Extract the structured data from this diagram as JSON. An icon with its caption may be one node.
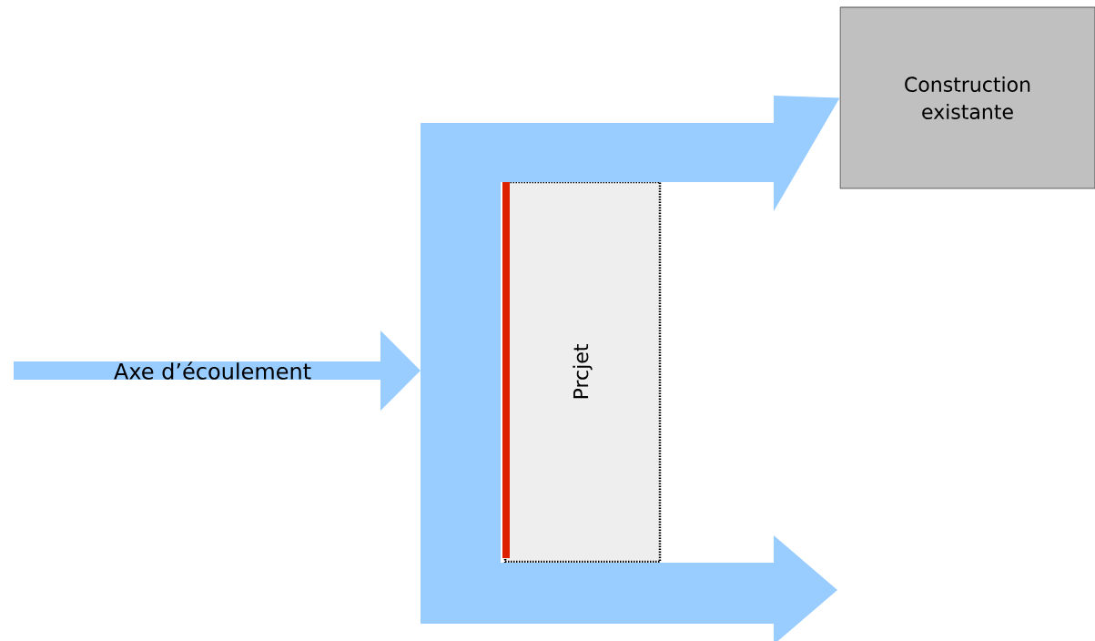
{
  "diagram": {
    "nodes": [
      {
        "text": [
          "Axe d’écoulement"
        ]
      },
      {
        "text": [
          "Prcjet"
        ]
      },
      {
        "text": [
          "Construction existante"
        ]
      }
    ],
    "edges": [
      {
        "from": 0,
        "to": 2,
        "arrow": "to"
      },
      {
        "from": 0,
        "to": null,
        "arrow": "to"
      }
    ]
  }
}
